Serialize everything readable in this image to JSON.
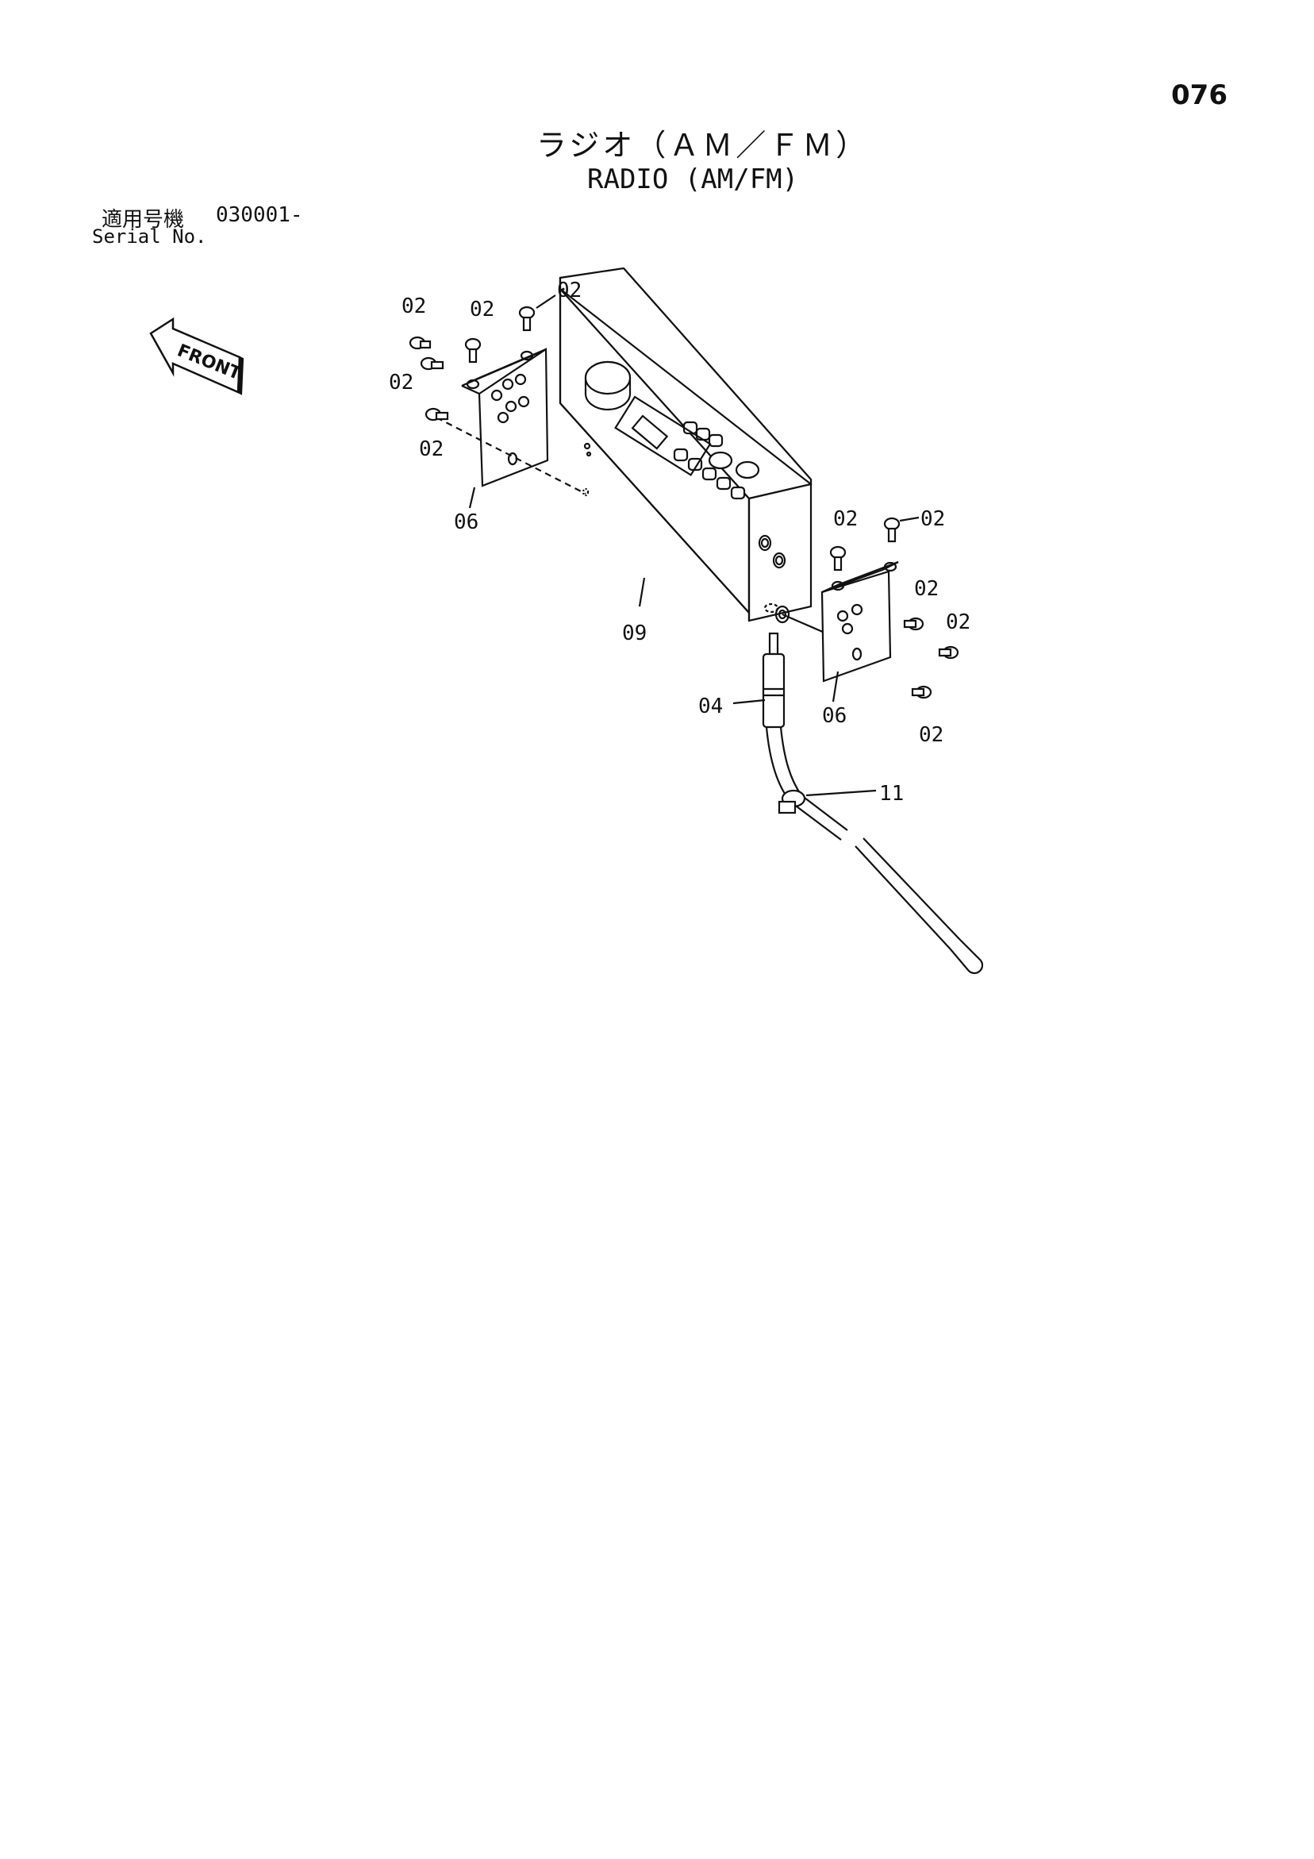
{
  "page_number": "076",
  "title_jp": "ラジオ（ＡＭ／ＦＭ）",
  "title_en": "RADIO (AM/FM)",
  "serial": {
    "label_jp": "適用号機",
    "value": "030001-",
    "label_en": "Serial No."
  },
  "front_label": "FRONT",
  "callouts": {
    "c1": "02",
    "c2": "02",
    "c3": "02",
    "c4": "02",
    "c5": "02",
    "c6": "06",
    "c7": "09",
    "c8": "02",
    "c9": "02",
    "c10": "02",
    "c11": "02",
    "c12": "02",
    "c13": "04",
    "c14": "06",
    "c15": "11"
  }
}
